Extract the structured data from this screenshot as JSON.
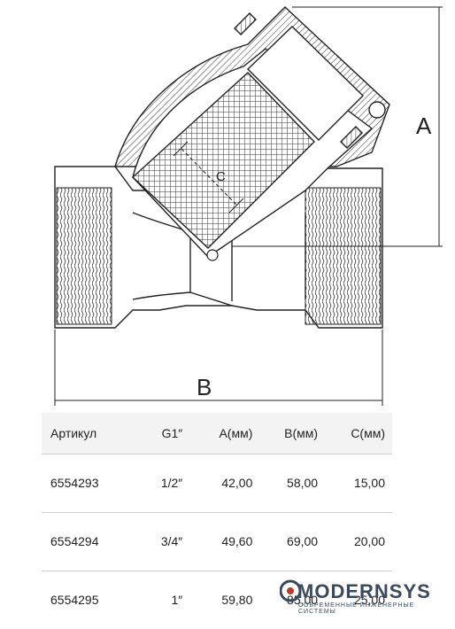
{
  "dimensions": {
    "a": "A",
    "b": "B",
    "c": "C"
  },
  "table": {
    "headers": [
      "Артикул",
      "G1″",
      "A(мм)",
      "B(мм)",
      "C(мм)"
    ],
    "rows": [
      [
        "6554293",
        "1/2″",
        "42,00",
        "58,00",
        "15,00"
      ],
      [
        "6554294",
        "3/4″",
        "49,60",
        "69,00",
        "20,00"
      ],
      [
        "6554295",
        "1″",
        "59,80",
        "85,00",
        "25,00"
      ]
    ]
  },
  "logo": {
    "name": "MODERNSYS",
    "tagline": "СОВРЕМЕННЫЕ ИНЖЕНЕРНЫЕ СИСТЕМЫ"
  },
  "colors": {
    "line": "#222222",
    "hatch": "#444444",
    "accent": "#3a4a5c"
  }
}
